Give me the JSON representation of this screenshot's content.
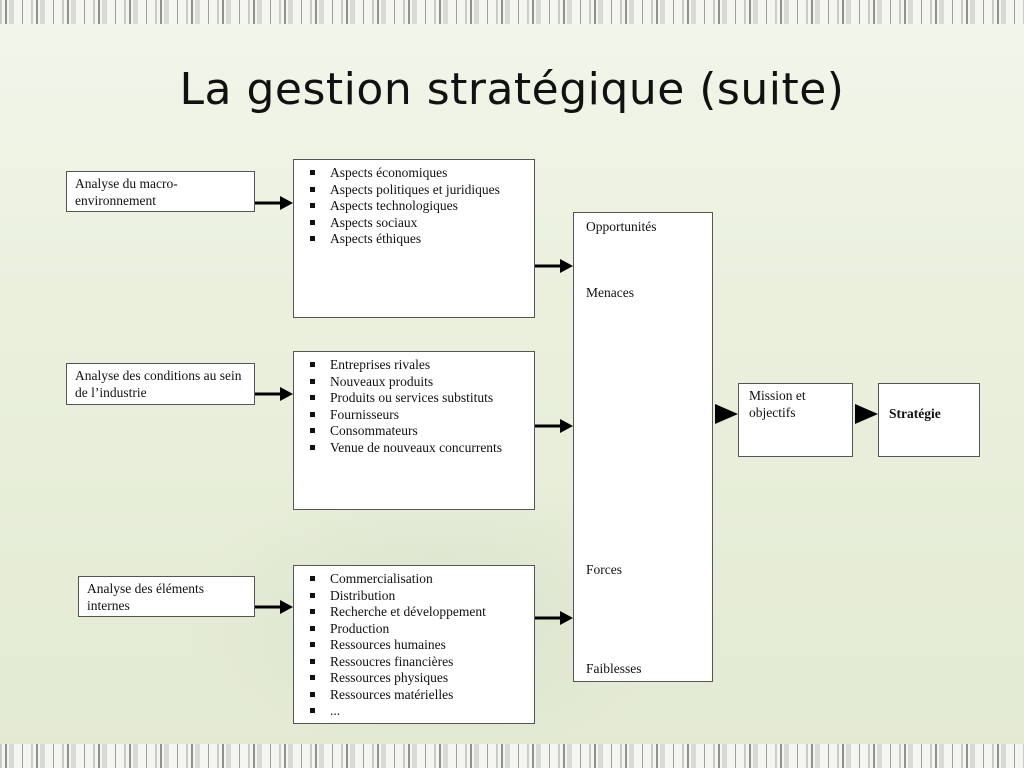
{
  "title": "La gestion stratégique (suite)",
  "inputs": [
    "Analyse du macro-environnement",
    "Analyse des conditions au sein de l’industrie",
    "Analyse des éléments internes"
  ],
  "groups": [
    [
      "Aspects économiques",
      "Aspects politiques et juridiques",
      "Aspects technologiques",
      "Aspects sociaux",
      "Aspects éthiques"
    ],
    [
      "Entreprises rivales",
      "Nouveaux produits",
      "Produits ou services substituts",
      "Fournisseurs",
      "Consommateurs",
      "Venue de nouveaux concurrents"
    ],
    [
      "Commercialisation",
      "Distribution",
      "Recherche et développement",
      "Production",
      "Ressources humaines",
      "Ressoucres financières",
      "Ressources physiques",
      "Ressources matérielles",
      "..."
    ]
  ],
  "swot": {
    "opportunites": "Opportunités",
    "menaces": "Menaces",
    "forces": "Forces",
    "faiblesses": "Faiblesses"
  },
  "mission": "Mission et objectifs",
  "strategie": "Stratégie"
}
